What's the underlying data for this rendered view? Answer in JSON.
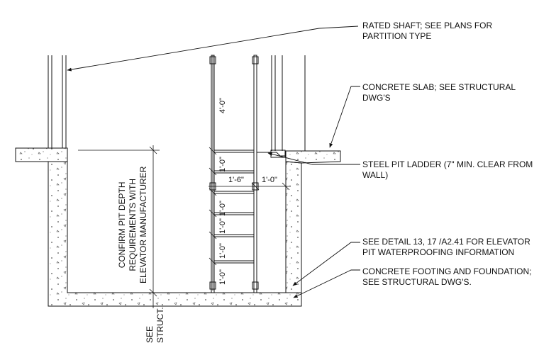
{
  "notes": [
    {
      "id": "rated-shaft",
      "lines": [
        "RATED SHAFT; SEE PLANS FOR",
        "PARTITION TYPE"
      ]
    },
    {
      "id": "concrete-slab",
      "lines": [
        "CONCRETE SLAB; SEE STRUCTURAL",
        "DWG'S"
      ]
    },
    {
      "id": "steel-ladder",
      "lines": [
        "STEEL PIT LADDER (7\" MIN. CLEAR FROM",
        "WALL)"
      ]
    },
    {
      "id": "waterproofing",
      "lines": [
        "SEE DETAIL 13, 17 /A2.41 FOR ELEVATOR",
        "PIT WATERPROOFING INFORMATION"
      ]
    },
    {
      "id": "footing",
      "lines": [
        "CONCRETE FOOTING AND FOUNDATION;",
        "SEE STRUCTURAL DWG'S."
      ]
    }
  ],
  "pit_note": [
    "CONFIRM PIT DEPTH",
    "REQUIREMENTS WITH",
    "ELEVATOR MANUFACTURER"
  ],
  "struct_note": [
    "SEE",
    "STRUCT."
  ],
  "dimensions": {
    "upper": "4'-0\"",
    "rung_spacing": [
      "1'-0\"",
      "1'-0\"",
      "1'-0\"",
      "1'-0\"",
      "1'-0\""
    ],
    "ladder_width": "1'-6\"",
    "wall_clearance": "1'-0\""
  }
}
